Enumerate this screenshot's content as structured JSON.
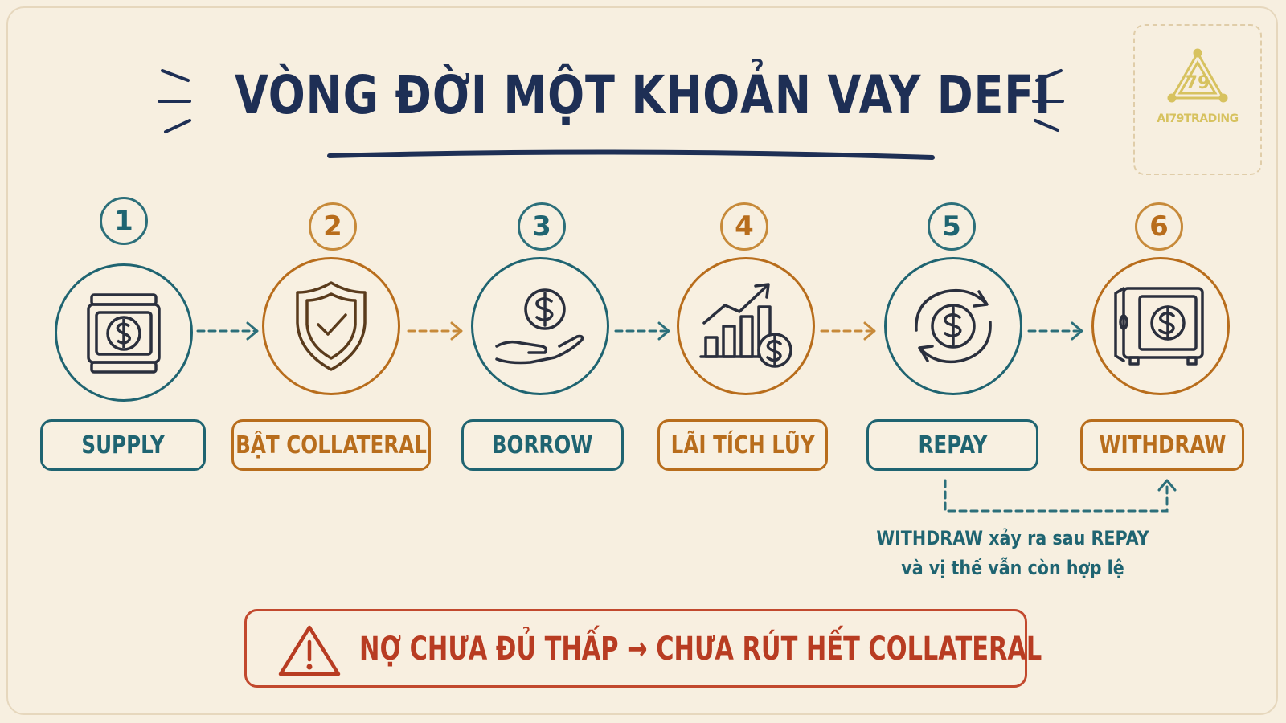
{
  "title": "VÒNG ĐỜI MỘT KHOẢN VAY DEFI",
  "logo": {
    "text": "AI79TRADING",
    "mark": "79"
  },
  "steps": [
    {
      "number": "1",
      "label": "SUPPLY",
      "icon": "cash-bundle-icon",
      "color": "teal"
    },
    {
      "number": "2",
      "label": "BẬT COLLATERAL",
      "icon": "shield-check-icon",
      "color": "orange"
    },
    {
      "number": "3",
      "label": "BORROW",
      "icon": "hand-coin-icon",
      "color": "teal"
    },
    {
      "number": "4",
      "label": "LÃI TÍCH LŨY",
      "icon": "growth-chart-icon",
      "color": "orange"
    },
    {
      "number": "5",
      "label": "REPAY",
      "icon": "cycle-coin-icon",
      "color": "teal"
    },
    {
      "number": "6",
      "label": "WITHDRAW",
      "icon": "safe-icon",
      "color": "orange"
    }
  ],
  "note": {
    "line1": "WITHDRAW xảy ra sau REPAY",
    "line2": "và vị thế vẫn còn hợp lệ"
  },
  "warning": {
    "icon": "warning-icon",
    "text": "NỢ CHƯA ĐỦ THẤP → CHƯA RÚT HẾT COLLATERAL"
  },
  "colors": {
    "navy": "#1e2f55",
    "teal": "#2c6f7a",
    "orange": "#c78a3a",
    "red": "#c2492e",
    "background": "#f7efe0"
  }
}
